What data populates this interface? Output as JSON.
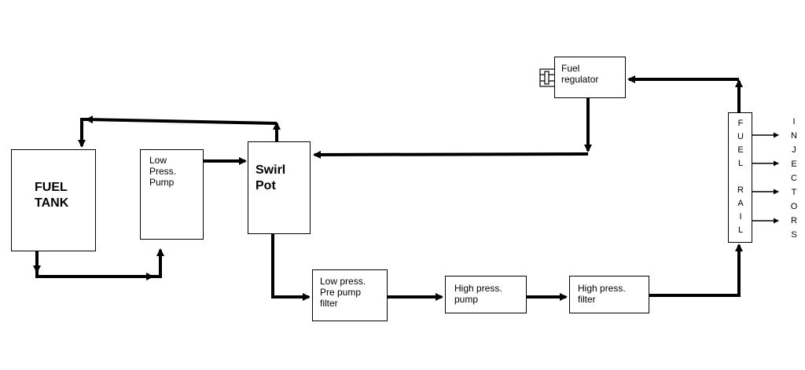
{
  "boxes": {
    "fuel_tank": "FUEL\nTANK",
    "low_press_pump": "Low\nPress.\nPump",
    "swirl_pot": "Swirl\nPot",
    "low_press_filter": "Low press.\nPre pump\nfilter",
    "high_press_pump": "High press.\npump",
    "high_press_filter": "High press.\nfilter",
    "fuel_regulator": "Fuel\nregulator",
    "fuel_rail": [
      "F",
      "U",
      "E",
      "L",
      "",
      "R",
      "A",
      "I",
      "L"
    ]
  },
  "injectors": [
    "I",
    "N",
    "J",
    "E",
    "C",
    "T",
    "O",
    "R",
    "S"
  ],
  "colors": {
    "line": "#000000",
    "background": "#ffffff"
  }
}
